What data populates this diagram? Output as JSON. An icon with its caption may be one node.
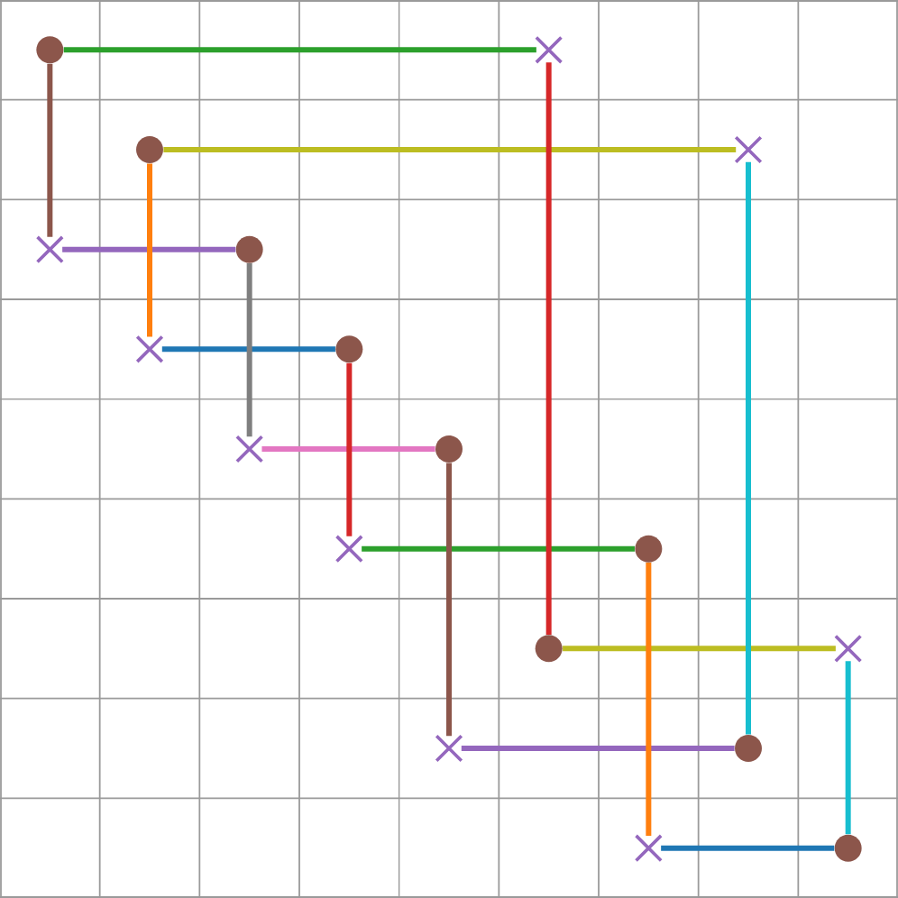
{
  "diagram": {
    "nodes": [
      {
        "text": [],
        "shape": "circle"
      },
      {
        "text": [],
        "shape": "cross"
      },
      {
        "text": [],
        "shape": "circle"
      },
      {
        "text": [],
        "shape": "cross"
      },
      {
        "text": [],
        "shape": "cross"
      },
      {
        "text": [],
        "shape": "circle"
      },
      {
        "text": [],
        "shape": "cross"
      },
      {
        "text": [],
        "shape": "circle"
      },
      {
        "text": [],
        "shape": "cross"
      },
      {
        "text": [],
        "shape": "circle"
      },
      {
        "text": [],
        "shape": "cross"
      },
      {
        "text": [],
        "shape": "circle"
      },
      {
        "text": [],
        "shape": "circle"
      },
      {
        "text": [],
        "shape": "cross"
      },
      {
        "text": [],
        "shape": "cross"
      },
      {
        "text": [],
        "shape": "circle"
      },
      {
        "text": [],
        "shape": "cross"
      },
      {
        "text": [],
        "shape": "circle"
      }
    ],
    "edges": [
      {
        "from": 0,
        "to": 1,
        "arrow": "none",
        "color": "#2ca02c"
      },
      {
        "from": 1,
        "to": 12,
        "arrow": "none",
        "color": "#d62728"
      },
      {
        "from": 0,
        "to": 4,
        "arrow": "none",
        "color": "#8c564b"
      },
      {
        "from": 2,
        "to": 3,
        "arrow": "none",
        "color": "#bcbd22"
      },
      {
        "from": 3,
        "to": 15,
        "arrow": "none",
        "color": "#17becf"
      },
      {
        "from": 2,
        "to": 6,
        "arrow": "none",
        "color": "#ff7f0e"
      },
      {
        "from": 4,
        "to": 5,
        "arrow": "none",
        "color": "#9467bd"
      },
      {
        "from": 5,
        "to": 8,
        "arrow": "none",
        "color": "#7f7f7f"
      },
      {
        "from": 6,
        "to": 7,
        "arrow": "none",
        "color": "#1f77b4"
      },
      {
        "from": 7,
        "to": 10,
        "arrow": "none",
        "color": "#d62728"
      },
      {
        "from": 8,
        "to": 9,
        "arrow": "none",
        "color": "#e377c2"
      },
      {
        "from": 9,
        "to": 14,
        "arrow": "none",
        "color": "#8c564b"
      },
      {
        "from": 10,
        "to": 11,
        "arrow": "none",
        "color": "#2ca02c"
      },
      {
        "from": 11,
        "to": 16,
        "arrow": "none",
        "color": "#ff7f0e"
      },
      {
        "from": 12,
        "to": 13,
        "arrow": "none",
        "color": "#bcbd22"
      },
      {
        "from": 13,
        "to": 17,
        "arrow": "none",
        "color": "#17becf"
      },
      {
        "from": 14,
        "to": 15,
        "arrow": "none",
        "color": "#9467bd"
      },
      {
        "from": 16,
        "to": 17,
        "arrow": "none",
        "color": "#1f77b4"
      }
    ]
  }
}
